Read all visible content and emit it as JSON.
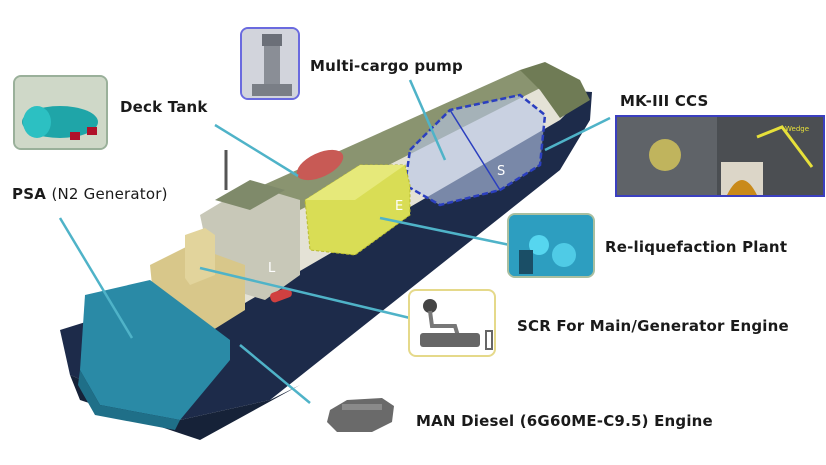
{
  "diagram": {
    "subject": "LNG carrier general arrangement with key equipment callouts",
    "hull_markings": [
      "L",
      "E",
      "S"
    ],
    "colors": {
      "leader_line": "#4fb3c8",
      "hull_dark": "#1d2b4a",
      "stern_deck": "#2a8aa6",
      "cargo_tank_yellow": "#d9dd55",
      "mk3_outline": "#2b3fbf",
      "deck_tank_red": "#c85a55",
      "deckhouse": "#c8c8b8"
    }
  },
  "callouts": {
    "deck_tank": {
      "label": "Deck Tank"
    },
    "multi_cargo_pump": {
      "label": "Multi-cargo pump"
    },
    "mk3_ccs": {
      "label": "MK-III CCS",
      "inset_tag": "Wedge"
    },
    "psa": {
      "label_bold": "PSA",
      "label_light": "(N2 Generator)"
    },
    "reliquefaction": {
      "label": "Re-liquefaction Plant"
    },
    "scr": {
      "label": "SCR For Main/Generator Engine"
    },
    "engine": {
      "label": "MAN Diesel (6G60ME-C9.5) Engine"
    }
  }
}
